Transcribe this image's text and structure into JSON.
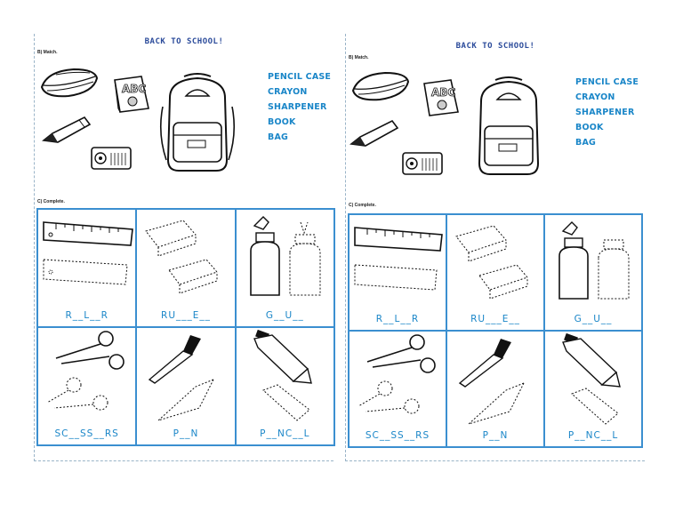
{
  "sheets": [
    {
      "title": "BACK TO SCHOOL!",
      "match_label": "B) Match.",
      "complete_label": "C) Complete.",
      "words": [
        "PENCIL CASE",
        "CRAYON",
        "SHARPENER",
        "BOOK",
        "BAG"
      ],
      "clues": [
        "R__L__R",
        "RU___E__",
        "G__U__",
        "SC__SS__RS",
        "P__N",
        "P__NC__L"
      ],
      "items": [
        "ruler",
        "rubber",
        "glue",
        "scissors",
        "pen",
        "pencil"
      ]
    },
    {
      "title": "BACK TO SCHOOL!",
      "match_label": "B) Match.",
      "complete_label": "C) Complete.",
      "words": [
        "PENCIL CASE",
        "CRAYON",
        "SHARPENER",
        "BOOK",
        "BAG"
      ],
      "clues": [
        "R__L__R",
        "RU___E__",
        "G__U__",
        "SC__SS__RS",
        "P__N",
        "P__NC__L"
      ],
      "items": [
        "ruler",
        "rubber",
        "glue",
        "scissors",
        "pen",
        "pencil"
      ]
    }
  ],
  "colors": {
    "title": "#2a4a9a",
    "words": "#1a86c8",
    "grid": "#3b8fd0"
  }
}
